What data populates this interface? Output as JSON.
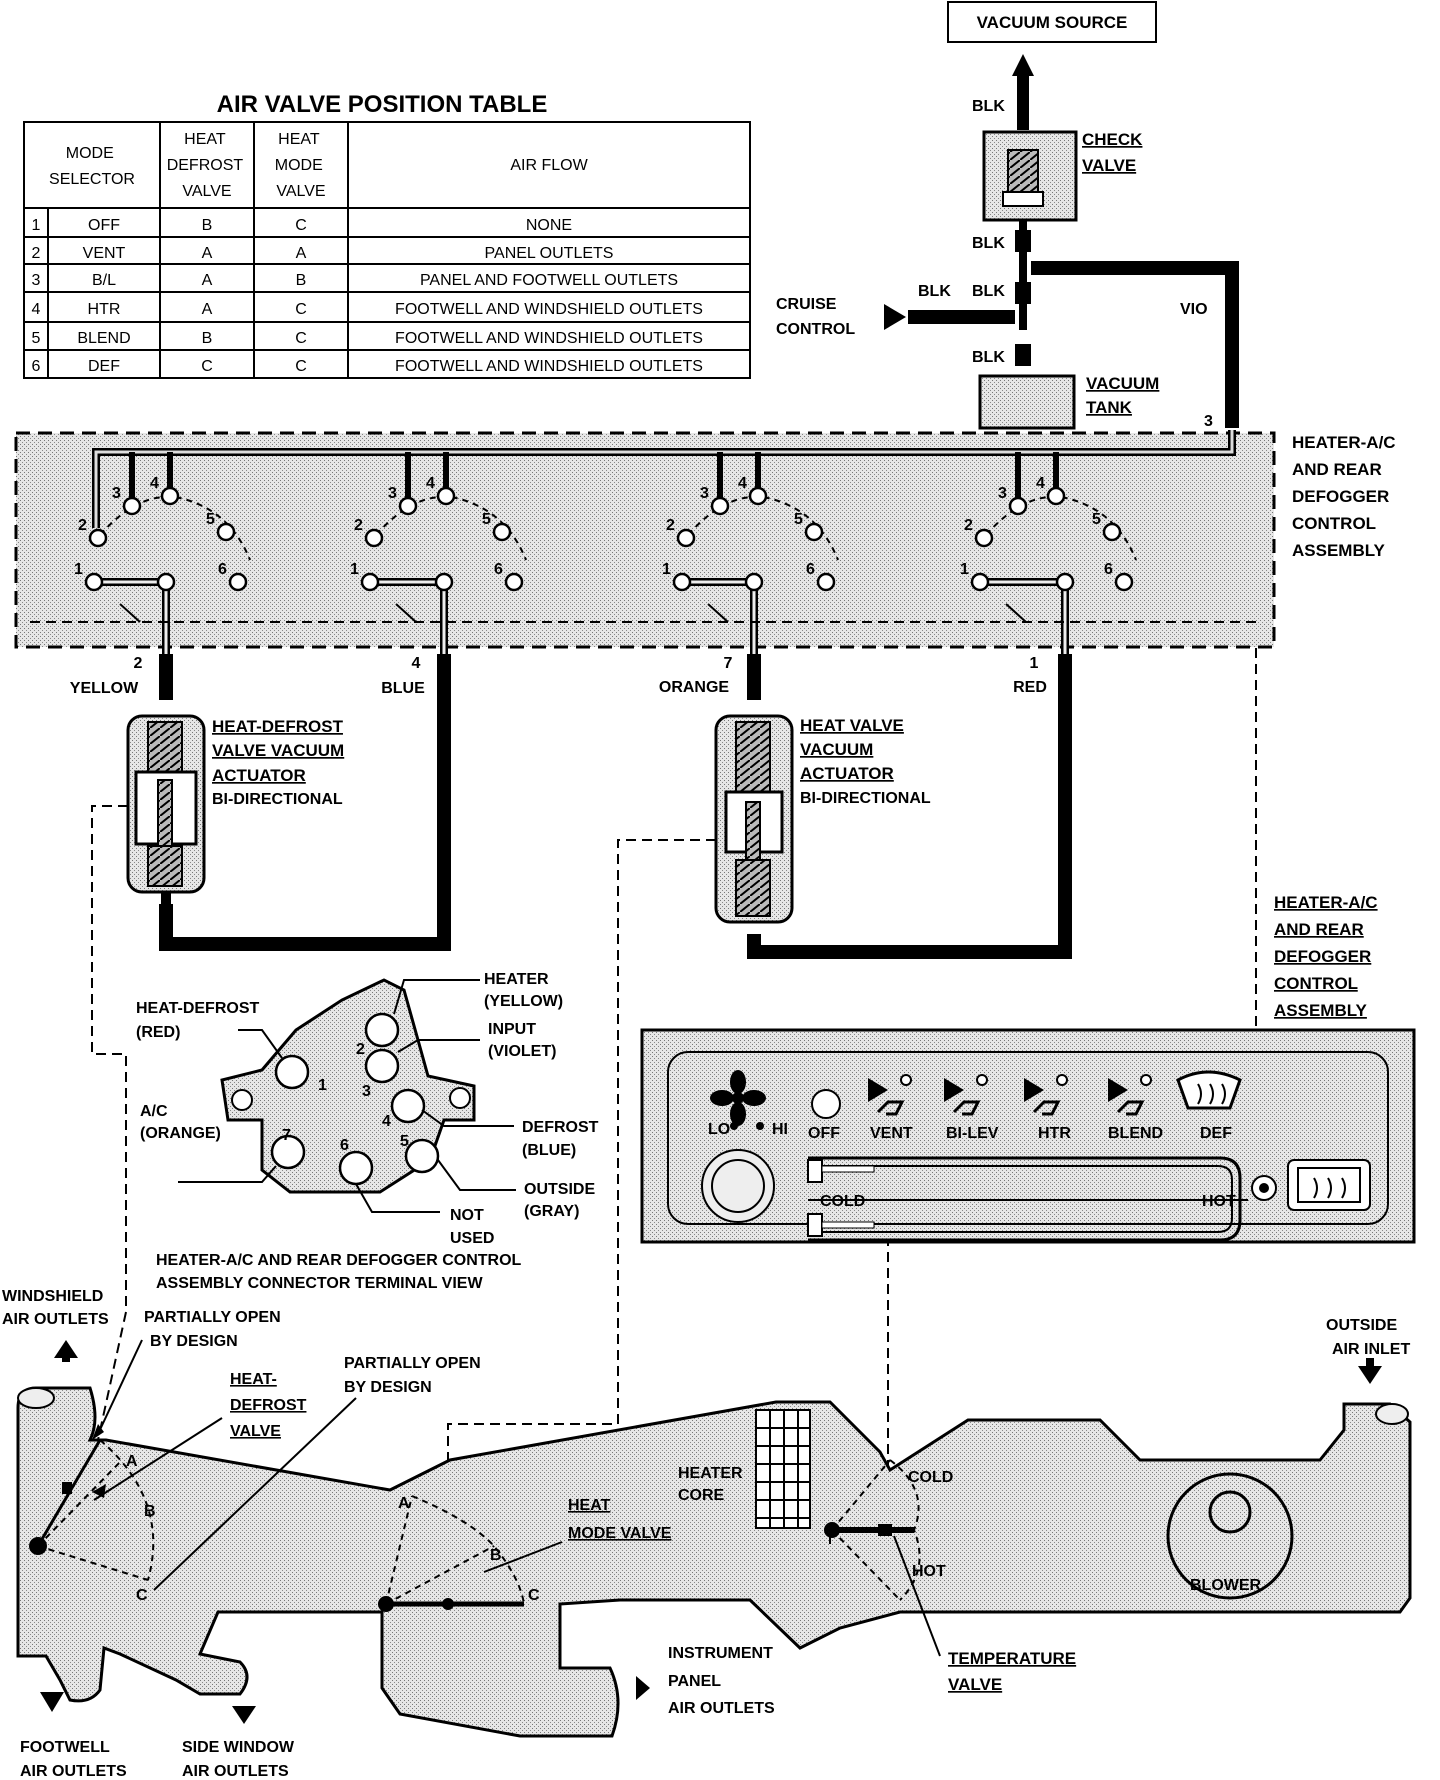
{
  "vacuum": {
    "source": "VACUUM SOURCE",
    "check_valve": [
      "CHECK",
      "VALVE"
    ],
    "vacuum_tank": [
      "VACUUM",
      "TANK"
    ],
    "cruise_control": [
      "CRUISE",
      "CONTROL"
    ],
    "blk": "BLK",
    "vio": "VIO",
    "port_3": "3"
  },
  "table": {
    "title": "AIR VALVE POSITION TABLE",
    "headers": {
      "mode": [
        "MODE",
        "SELECTOR"
      ],
      "heat_defrost": [
        "HEAT",
        "DEFROST",
        "VALVE"
      ],
      "heat_mode": [
        "HEAT",
        "MODE",
        "VALVE"
      ],
      "air_flow": "AIR FLOW"
    },
    "rows": [
      {
        "n": "1",
        "mode": "OFF",
        "hd": "B",
        "hm": "C",
        "flow": "NONE"
      },
      {
        "n": "2",
        "mode": "VENT",
        "hd": "A",
        "hm": "A",
        "flow": "PANEL OUTLETS"
      },
      {
        "n": "3",
        "mode": "B/L",
        "hd": "A",
        "hm": "B",
        "flow": "PANEL AND FOOTWELL OUTLETS"
      },
      {
        "n": "4",
        "mode": "HTR",
        "hd": "A",
        "hm": "C",
        "flow": "FOOTWELL AND WINDSHIELD OUTLETS"
      },
      {
        "n": "5",
        "mode": "BLEND",
        "hd": "B",
        "hm": "C",
        "flow": "FOOTWELL AND WINDSHIELD OUTLETS"
      },
      {
        "n": "6",
        "mode": "DEF",
        "hd": "C",
        "hm": "C",
        "flow": "FOOTWELL AND WINDSHIELD OUTLETS"
      }
    ]
  },
  "control_assembly": {
    "label_top": [
      "HEATER-A/C",
      "AND REAR",
      "DEFOGGER",
      "CONTROL",
      "ASSEMBLY"
    ],
    "label_right": [
      "HEATER-A/C",
      "AND REAR",
      "DEFOGGER",
      "CONTROL",
      "ASSEMBLY"
    ],
    "switch_numbers": [
      "1",
      "2",
      "3",
      "4",
      "5",
      "6"
    ]
  },
  "hoses": {
    "yellow": {
      "num": "2",
      "color": "YELLOW"
    },
    "blue": {
      "num": "4",
      "color": "BLUE"
    },
    "orange": {
      "num": "7",
      "color": "ORANGE"
    },
    "red": {
      "num": "1",
      "color": "RED"
    }
  },
  "actuators": {
    "heat_defrost": [
      "HEAT-DEFROST",
      "VALVE VACUUM",
      "ACTUATOR",
      "BI-DIRECTIONAL"
    ],
    "heat_valve": [
      "HEAT  VALVE",
      "VACUUM",
      "ACTUATOR",
      "BI-DIRECTIONAL"
    ]
  },
  "connector": {
    "heat_defrost": [
      "HEAT-DEFROST",
      "(RED)"
    ],
    "heater": [
      "HEATER",
      "(YELLOW)"
    ],
    "input": [
      "INPUT",
      "(VIOLET)"
    ],
    "ac": [
      "A/C",
      "(ORANGE)"
    ],
    "defrost": [
      "DEFROST",
      "(BLUE)"
    ],
    "outside": [
      "OUTSIDE",
      "(GRAY)"
    ],
    "not_used": [
      "NOT",
      "USED"
    ],
    "pins": [
      "1",
      "2",
      "3",
      "4",
      "5",
      "6",
      "7"
    ],
    "caption": [
      "HEATER-A/C AND REAR DEFOGGER CONTROL",
      "ASSEMBLY CONNECTOR TERMINAL VIEW"
    ]
  },
  "control_panel": {
    "lo": "LO",
    "hi": "HI",
    "modes": [
      "OFF",
      "VENT",
      "BI-LEV",
      "HTR",
      "BLEND",
      "DEF"
    ],
    "cold": "COLD",
    "hot": "HOT"
  },
  "ducts": {
    "windshield": [
      "WINDSHIELD",
      "AIR OUTLETS"
    ],
    "partially_open_1": [
      "PARTIALLY OPEN",
      "BY DESIGN"
    ],
    "partially_open_2": [
      "PARTIALLY OPEN",
      "BY DESIGN"
    ],
    "heat_defrost_valve": [
      "HEAT-",
      "DEFROST",
      "VALVE"
    ],
    "heater_core": [
      "HEATER",
      "CORE"
    ],
    "heat_mode_valve": [
      "HEAT",
      "MODE VALVE"
    ],
    "cold": "COLD",
    "hot": "HOT",
    "blower": "BLOWER",
    "outside_air_inlet": [
      "OUTSIDE",
      "AIR INLET"
    ],
    "temperature_valve": [
      "TEMPERATURE",
      "VALVE"
    ],
    "instrument_panel": [
      "INSTRUMENT",
      "PANEL",
      "AIR OUTLETS"
    ],
    "footwell": [
      "FOOTWELL",
      "AIR OUTLETS"
    ],
    "side_window": [
      "SIDE WINDOW",
      "AIR OUTLETS"
    ],
    "door_letters": [
      "A",
      "B",
      "C"
    ]
  }
}
